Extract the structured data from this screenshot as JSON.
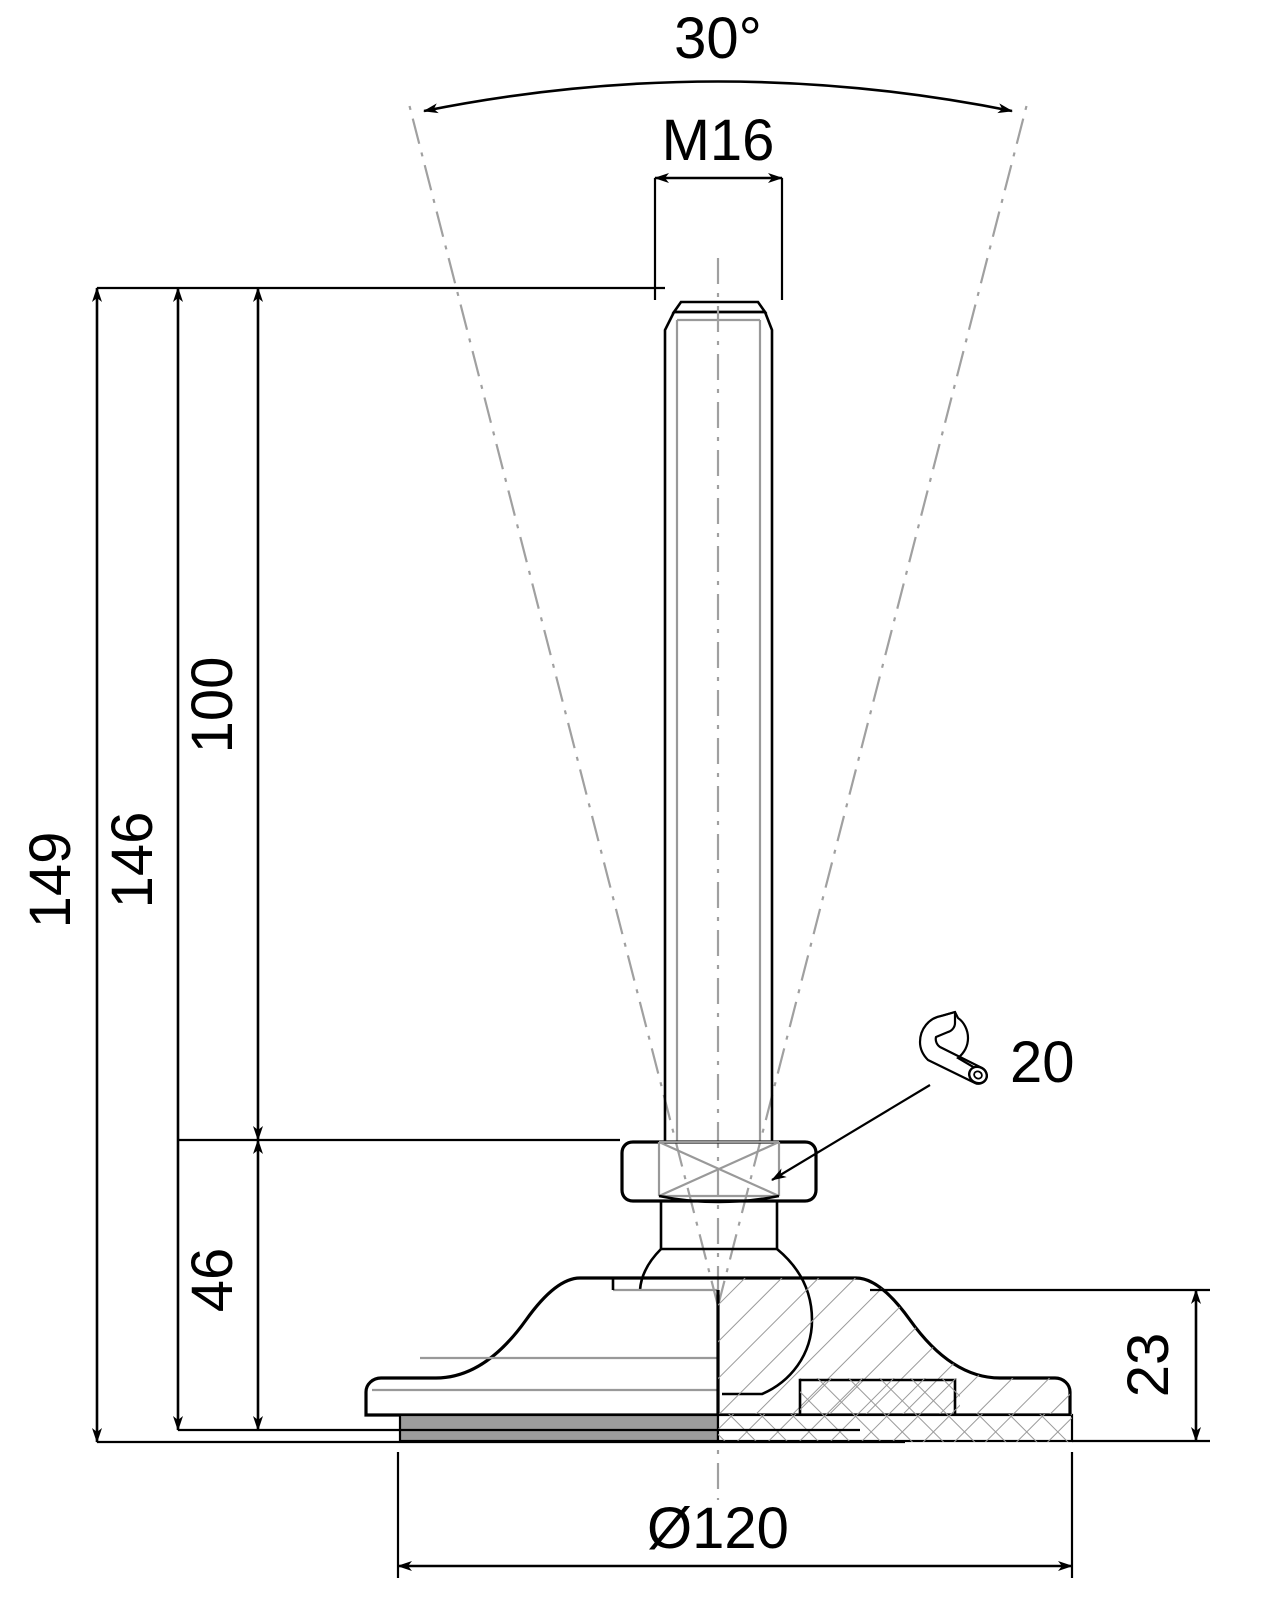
{
  "drawing": {
    "title": "Leveling foot / adjustable machine foot — dimensioned section drawing",
    "units": "mm",
    "view": "front half-section view"
  },
  "dimensions": {
    "angle_total": "30°",
    "thread": "M16",
    "height_overall": "149",
    "height_to_stud_top": "146",
    "height_stud_upper": "100",
    "height_lower": "46",
    "base_thickness": "23",
    "base_diameter": "Ø120"
  },
  "annotations": {
    "wrench_size": "20",
    "wrench_icon_name": "wrench-icon"
  },
  "colors": {
    "line": "#000000",
    "hidden_line": "#999999",
    "centerline": "#a0a0a0",
    "pad_fill": "#9c9c9c",
    "background": "#ffffff"
  }
}
